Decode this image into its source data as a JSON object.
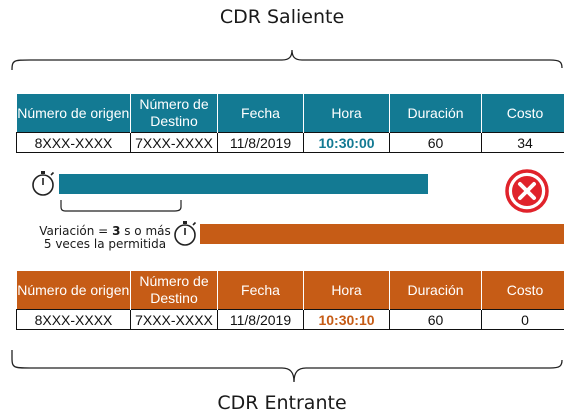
{
  "titles": {
    "top": "CDR Saliente",
    "bottom": "CDR Entrante"
  },
  "headers": [
    "Número de origen",
    "Número de Destino",
    "Fecha",
    "Hora",
    "Duración",
    "Costo"
  ],
  "saliente": {
    "origin": "8XXX-XXXX",
    "destination": "7XXX-XXXX",
    "date": "11/8/2019",
    "time": "10:30:00",
    "duration": "60",
    "cost": "34"
  },
  "entrante": {
    "origin": "8XXX-XXXX",
    "destination": "7XXX-XXXX",
    "date": "11/8/2019",
    "time": "10:30:10",
    "duration": "60",
    "cost": "0"
  },
  "variation": {
    "prefix": "Variación = ",
    "value": "3",
    "suffix": " s o más",
    "line2": "5 veces la permitida"
  },
  "colors": {
    "saliente": "#137a93",
    "entrante": "#c65c16",
    "error": "#e0232b"
  },
  "icons": {
    "timer": "stopwatch-icon",
    "error": "error-x-icon"
  }
}
